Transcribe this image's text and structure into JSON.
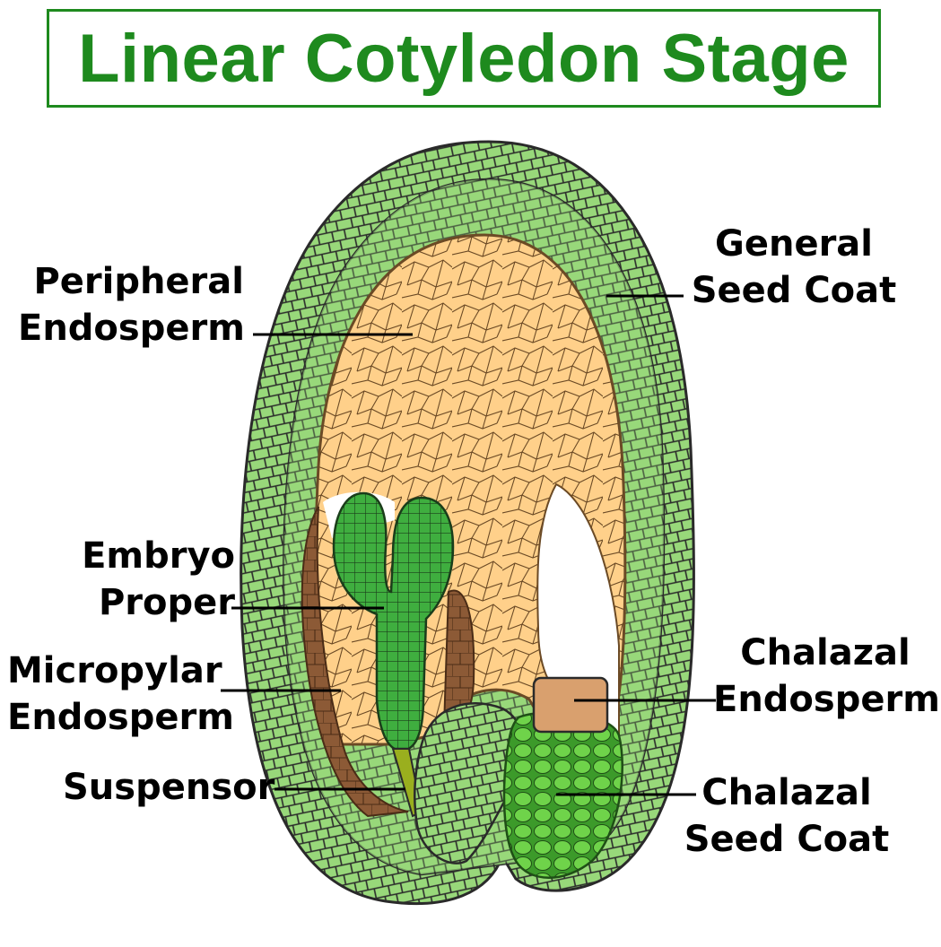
{
  "title": "Linear Cotyledon Stage",
  "labels": {
    "peripheral_endosperm": [
      "Peripheral",
      "Endosperm"
    ],
    "general_seed_coat": [
      "General",
      "Seed Coat"
    ],
    "embryo_proper": [
      "Embryo",
      "Proper"
    ],
    "micropylar_endosperm": [
      "Micropylar",
      "Endosperm"
    ],
    "chalazal_endosperm": [
      "Chalazal",
      "Endosperm"
    ],
    "suspensor": "Suspensor",
    "chalazal_seed_coat": [
      "Chalazal",
      "Seed Coat"
    ]
  },
  "colors": {
    "title": "#1e8a1e",
    "seed_coat": "#98d87a",
    "endosperm_peripheral": "#ffd08a",
    "endosperm_micropylar": "#8c5a36",
    "embryo": "#3fae3f",
    "chalazal_endosperm": "#d9a06e",
    "chalazal_seed_coat": "#5cc13e",
    "suspensor": "#9aaf1e",
    "outline": "#2a2a2a"
  }
}
